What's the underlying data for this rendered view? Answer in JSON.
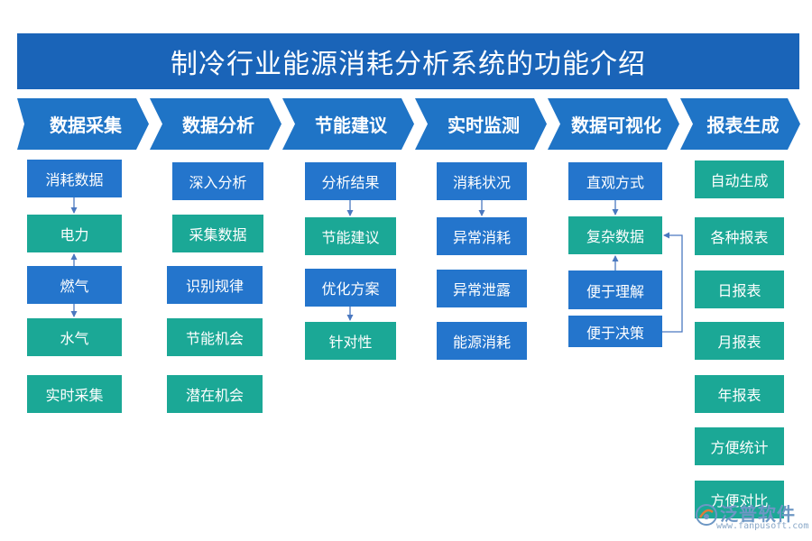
{
  "title": "制冷行业能源消耗分析系统的功能介绍",
  "categories": [
    "数据采集",
    "数据分析",
    "节能建议",
    "实时监测",
    "数据可视化",
    "报表生成"
  ],
  "columns": {
    "data_collection": [
      "消耗数据",
      "电力",
      "燃气",
      "水气",
      "实时采集"
    ],
    "data_analysis": [
      "深入分析",
      "采集数据",
      "识别规律",
      "节能机会",
      "潜在机会"
    ],
    "energy_saving": [
      "分析结果",
      "节能建议",
      "优化方案",
      "针对性"
    ],
    "realtime_monitor": [
      "消耗状况",
      "异常消耗",
      "异常泄露",
      "能源消耗"
    ],
    "visualization": [
      "直观方式",
      "复杂数据",
      "便于理解",
      "便于决策"
    ],
    "reports": [
      "自动生成",
      "各种报表",
      "日报表",
      "月报表",
      "年报表",
      "方便统计",
      "方便对比"
    ]
  },
  "watermark": {
    "name": "泛普软件",
    "url": "www.fanpusoft.com"
  },
  "colors": {
    "title_bg": "#1a64b8",
    "chevron": "#1f74c6",
    "blue_box": "#2475cc",
    "teal_box": "#1ba896",
    "arrow": "#4a78c0"
  }
}
